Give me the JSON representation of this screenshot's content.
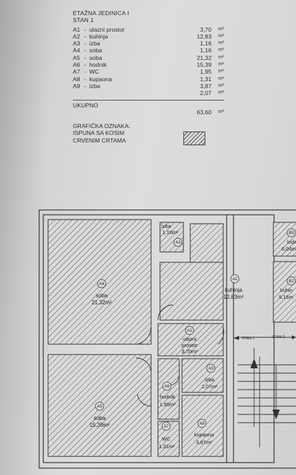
{
  "header": {
    "line1": "ETAŽNA JEDINICA I",
    "line2": "STAN 1"
  },
  "rooms": [
    {
      "code": "A1",
      "dash": "-",
      "name": "ulazni prostor",
      "area": "3,70",
      "unit": "m²"
    },
    {
      "code": "A2",
      "dash": "-",
      "name": "kuhinja",
      "area": "12,83",
      "unit": "m²"
    },
    {
      "code": "A3",
      "dash": "-",
      "name": "izba",
      "area": "1,16",
      "unit": "m²"
    },
    {
      "code": "A4",
      "dash": "-",
      "name": "soba",
      "area": "1,16",
      "unit": "m²"
    },
    {
      "code": "A5",
      "dash": "-",
      "name": "soba",
      "area": "21,32",
      "unit": "m²"
    },
    {
      "code": "A6",
      "dash": "-",
      "name": "hodnik",
      "area": "15,39",
      "unit": "m²"
    },
    {
      "code": "A7",
      "dash": "-",
      "name": "WC",
      "area": "1,95",
      "unit": "m²"
    },
    {
      "code": "A8",
      "dash": "-",
      "name": "kupaona",
      "area": "1,31",
      "unit": "m²"
    },
    {
      "code": "A9",
      "dash": "-",
      "name": "izba",
      "area": "3,87",
      "unit": "m²"
    }
  ],
  "extra_area": "2,07",
  "extra_unit": "m²",
  "total": {
    "label": "UKUPNO",
    "area": "63,60",
    "unit": "m²"
  },
  "legend": {
    "line1": "GRAFIČKA OZNAKA:",
    "line2": "ISPUNA SA KOSIM",
    "line3": "CRVENIM CRTAMA"
  },
  "plan": {
    "a4": {
      "code": "A4",
      "name": "soba",
      "area": "21,32m²"
    },
    "a5": {
      "code": "A5",
      "name": "soba",
      "area": "15,39m²"
    },
    "a2": {
      "code": "A2",
      "name": "kuhinja",
      "area": "12,83m²"
    },
    "a3": {
      "code": "A3",
      "name": "izba",
      "area": "1,16m²"
    },
    "a1": {
      "code": "A1",
      "name1": "ulazni",
      "name2": "prostor",
      "area": "3,70m²"
    },
    "a9": {
      "code": "A9",
      "name": "izba",
      "area": "2,07m²"
    },
    "a6": {
      "code": "A6",
      "name": "hodnik",
      "area": "1,95m²"
    },
    "a8": {
      "code": "A8",
      "name": "kupaona",
      "area": "3,87m²"
    },
    "a7": {
      "code": "A7",
      "name": "WC",
      "area": "1,31m²"
    },
    "b9": {
      "code": "B9",
      "name": "loda",
      "area": "6,04m"
    },
    "b2": {
      "code": "B2",
      "name": "kuhin",
      "area": "9,15m"
    },
    "stan1": "STAN 1",
    "stan2": "STAN 2"
  }
}
